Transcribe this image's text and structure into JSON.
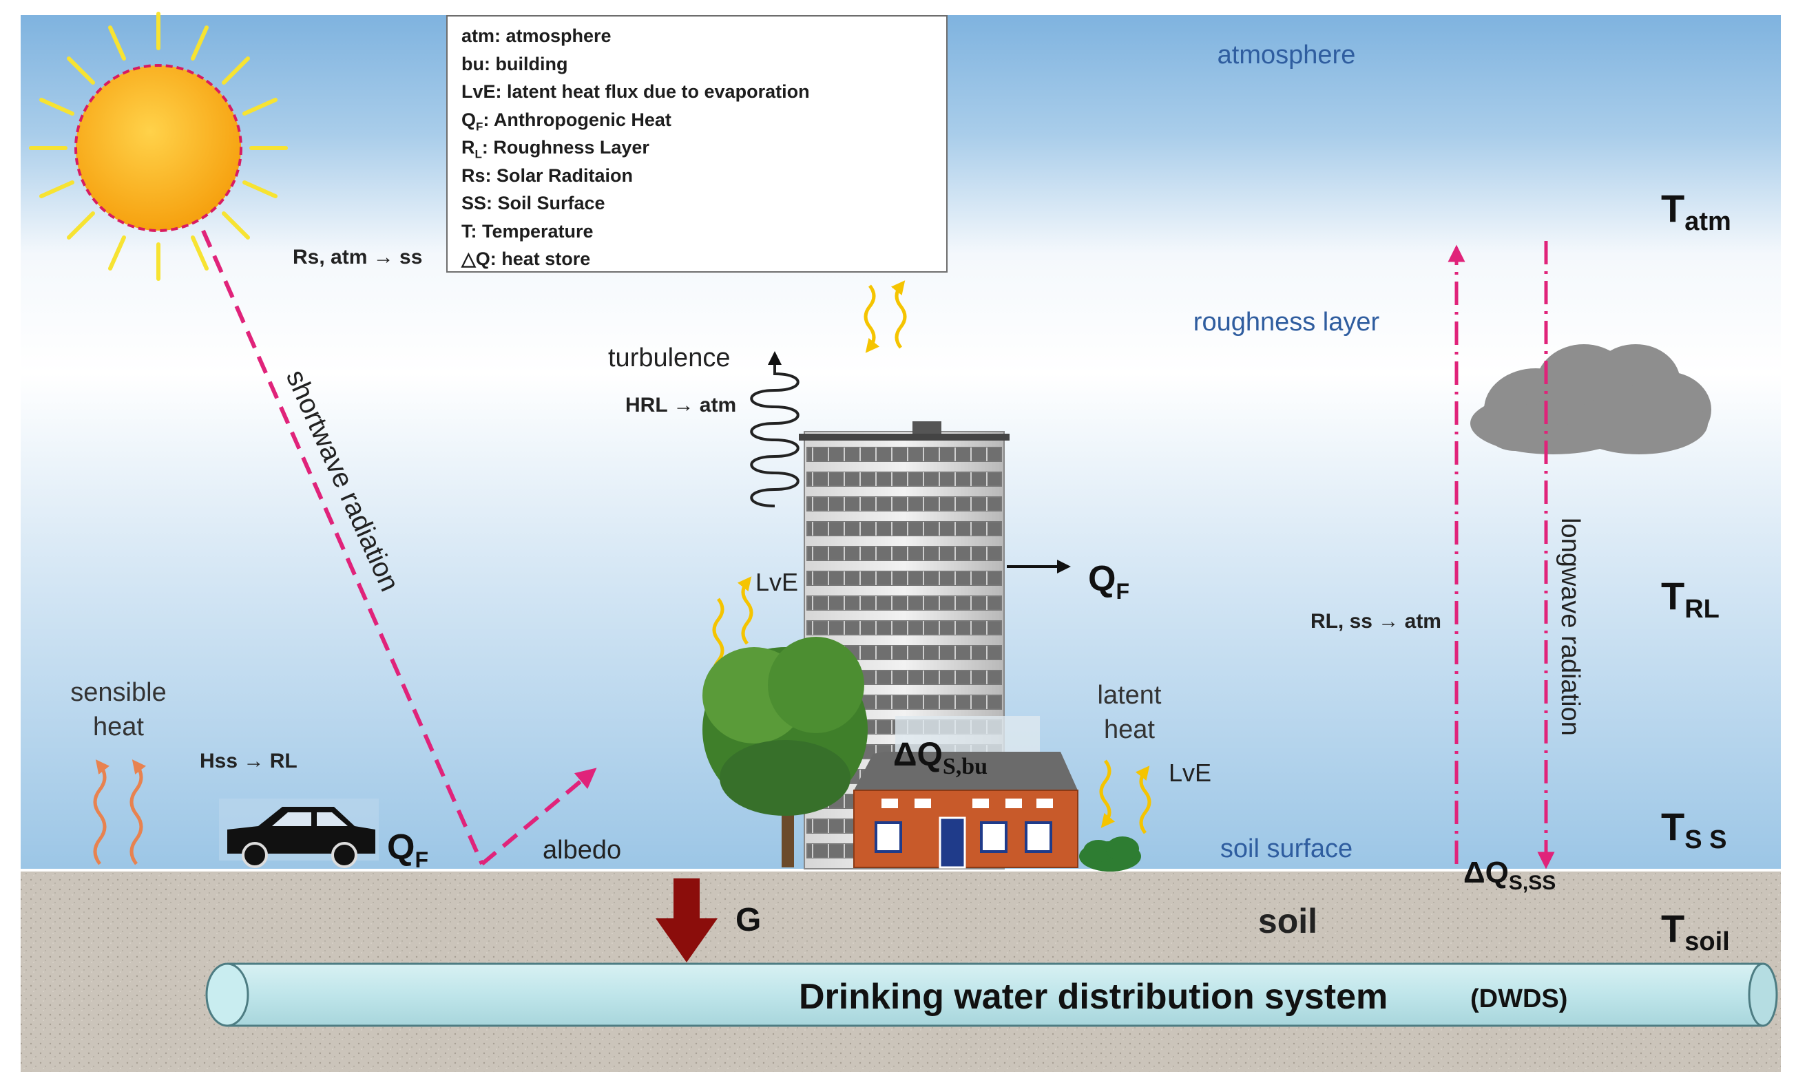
{
  "legend": {
    "atm": "atm: atmosphere",
    "bu": "bu: building",
    "lve": "LvE: latent heat flux due to evaporation",
    "qf_sym": "Q",
    "qf_sub": "F",
    "qf_text": ": Anthropogenic Heat",
    "rl_sym": "R",
    "rl_sub": "L",
    "rl_text": ": Roughness Layer",
    "rs": "Rs: Solar Raditaion",
    "ss": "SS: Soil Surface",
    "t": "T: Temperature",
    "dq": "△Q: heat store"
  },
  "layers": {
    "atmosphere": "atmosphere",
    "roughness_layer": "roughness layer",
    "soil_surface": "soil surface",
    "soil": "soil"
  },
  "temps": {
    "atm": {
      "base": "T",
      "sub": "atm"
    },
    "rl": {
      "base": "T",
      "sub": "RL"
    },
    "ss": {
      "base": "T",
      "sub": "S S"
    },
    "soil": {
      "base": "T",
      "sub": "soil"
    }
  },
  "labels": {
    "rs_flux": "Rs, atm → ss",
    "shortwave": "shortwave radiation",
    "turbulence": "turbulence",
    "h_rl_atm": "HRL → atm",
    "lve_building": "LvE",
    "lve_ground": "LvE",
    "qf": {
      "base": "Q",
      "sub": "F"
    },
    "sensible_1": "sensible",
    "sensible_2": "heat",
    "latent_1": "latent",
    "latent_2": "heat",
    "h_ss_rl": "Hss → RL",
    "albedo": "albedo",
    "dq_bu": {
      "base": "ΔQ",
      "sub": "S,bu"
    },
    "dq_ss": {
      "base": "ΔQ",
      "sub": "S,SS"
    },
    "rl_ss_atm": "RL, ss → atm",
    "longwave": "longwave radiation",
    "g": "G",
    "dwds_name": "Drinking water distribution system",
    "dwds_abbr": "(DWDS)"
  },
  "colors": {
    "sky_top": "#8dbde2",
    "sky_mid": "#ffffff",
    "sky_low": "#bcd9ee",
    "soil": "#c9c2b8",
    "pipe": "#c4e8ec",
    "radiation": "#e0237a",
    "ground_flux": "#8b0d0b",
    "layer_text": "#2f5d9f",
    "sun": "#fbb117"
  },
  "icons": [
    "sun-icon",
    "cloud-icon",
    "car-icon",
    "tree-icon",
    "office-building-icon",
    "house-icon",
    "bush-icon",
    "pipe-icon"
  ]
}
